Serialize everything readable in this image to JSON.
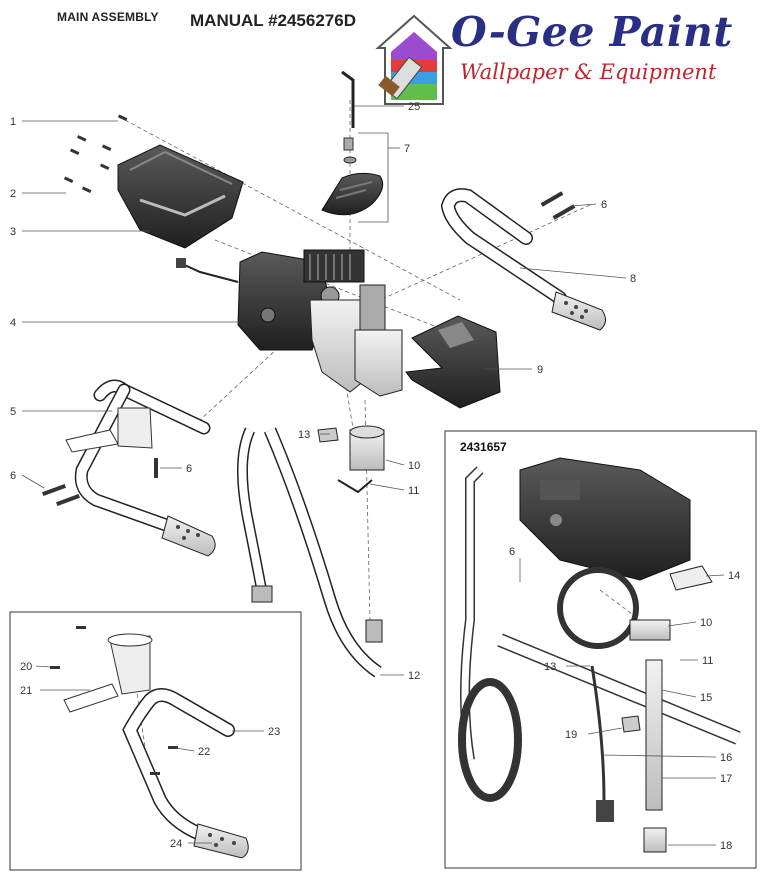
{
  "header": {
    "section": "MAIN ASSEMBLY",
    "manual": "MANUAL #2456276D"
  },
  "brand": {
    "name": "O-Gee Paint",
    "tagline": "Wallpaper & Equipment",
    "name_color": "#2a2f86",
    "tagline_color": "#c0262b",
    "logo_icon": "house-paintbrush-icon"
  },
  "inset_right": {
    "title": "2431657"
  },
  "callouts": {
    "c1": "1",
    "c2": "2",
    "c3": "3",
    "c4": "4",
    "c5": "5",
    "c6a": "6",
    "c6b": "6",
    "c6c": "6",
    "c6d": "6",
    "c7": "7",
    "c8": "8",
    "c9": "9",
    "c10a": "10",
    "c10b": "10",
    "c11a": "11",
    "c11b": "11",
    "c12": "12",
    "c13a": "13",
    "c13b": "13",
    "c14": "14",
    "c15": "15",
    "c16": "16",
    "c17": "17",
    "c18": "18",
    "c19": "19",
    "c20": "20",
    "c21": "21",
    "c22": "22",
    "c23": "23",
    "c24": "24",
    "c25": "25"
  }
}
